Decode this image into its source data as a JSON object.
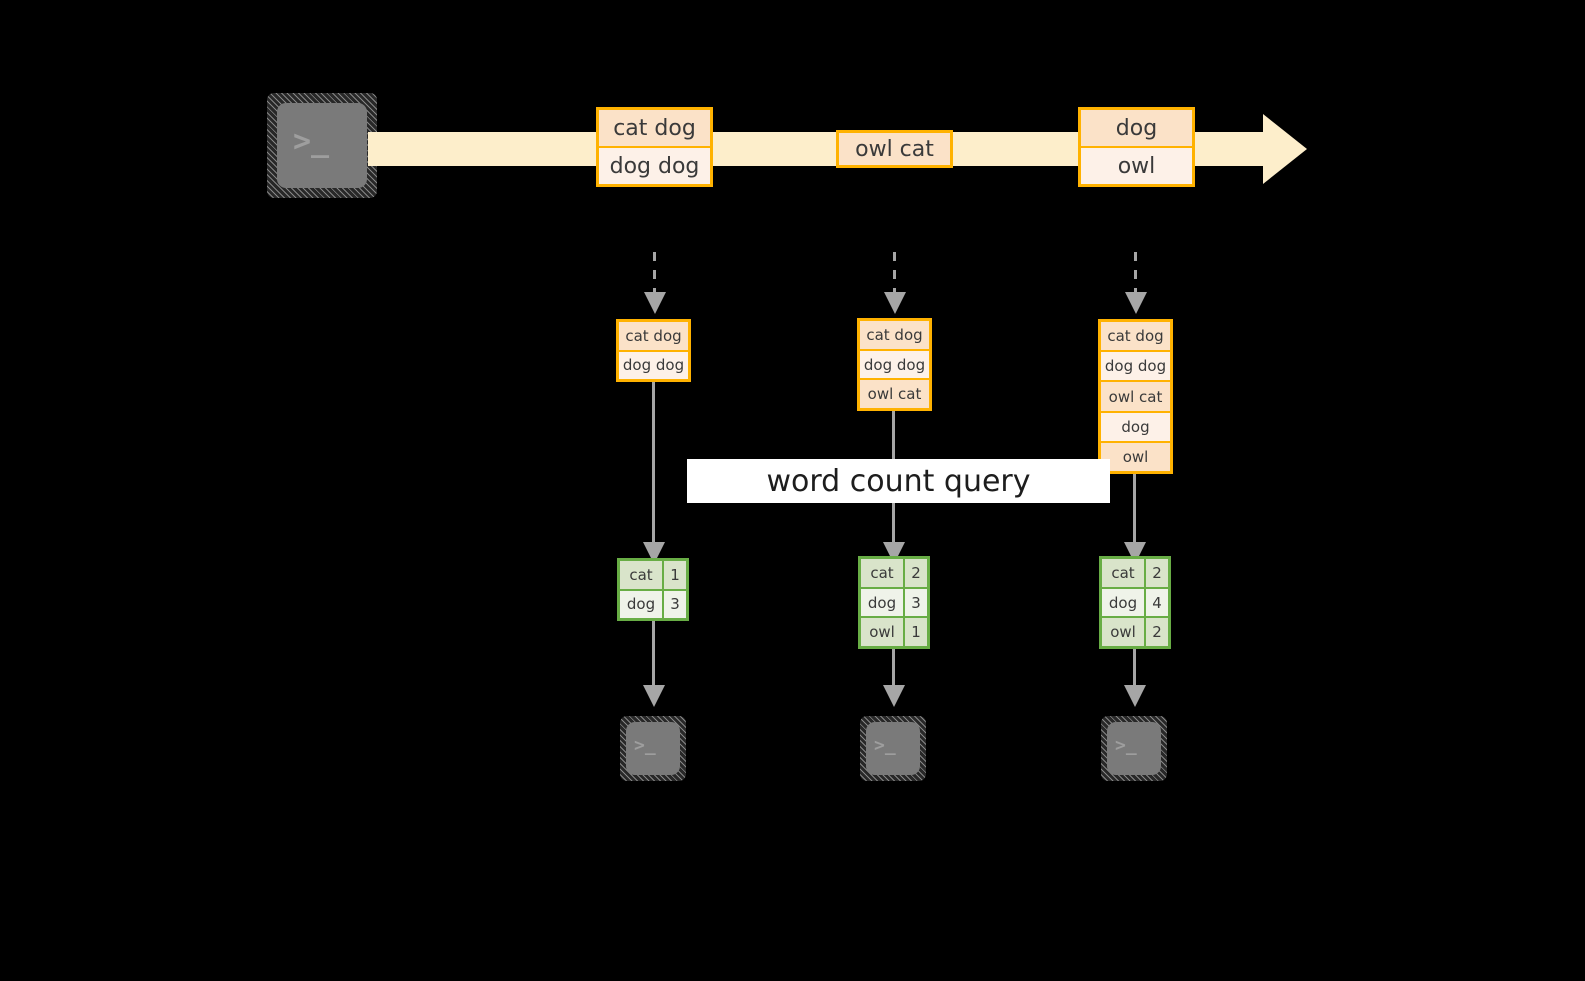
{
  "diagram": {
    "title_label": "word count query",
    "source": {
      "icon": "terminal-icon",
      "prompt": ">_"
    },
    "stream": {
      "events": [
        {
          "lines": [
            "cat dog",
            "dog dog"
          ]
        },
        {
          "lines": [
            "owl cat"
          ]
        },
        {
          "lines": [
            "dog",
            "owl"
          ]
        }
      ]
    },
    "snapshots": [
      {
        "id": "snapshot-1",
        "input_lines": [
          "cat dog",
          "dog dog"
        ],
        "counts": [
          {
            "word": "cat",
            "count": "1"
          },
          {
            "word": "dog",
            "count": "3"
          }
        ],
        "sink_prompt": ">_"
      },
      {
        "id": "snapshot-2",
        "input_lines": [
          "cat dog",
          "dog dog",
          "owl cat"
        ],
        "counts": [
          {
            "word": "cat",
            "count": "2"
          },
          {
            "word": "dog",
            "count": "3"
          },
          {
            "word": "owl",
            "count": "1"
          }
        ],
        "sink_prompt": ">_"
      },
      {
        "id": "snapshot-3",
        "input_lines": [
          "cat dog",
          "dog dog",
          "owl cat",
          "dog",
          "owl"
        ],
        "counts": [
          {
            "word": "cat",
            "count": "2"
          },
          {
            "word": "dog",
            "count": "4"
          },
          {
            "word": "owl",
            "count": "2"
          }
        ],
        "sink_prompt": ">_"
      }
    ],
    "colors": {
      "background": "#000000",
      "stream_fill": "#fdeecb",
      "event_border": "#ffb200",
      "event_fill_dark": "#fbe2c8",
      "event_fill_light": "#fdf1e8",
      "table_border": "#68ad45",
      "table_fill_dark": "#d9e4ca",
      "table_fill_light": "#eff3e9",
      "connector": "#a6a6a6",
      "terminal_face": "#7a7a7a",
      "label_fill": "#ffffff"
    }
  }
}
